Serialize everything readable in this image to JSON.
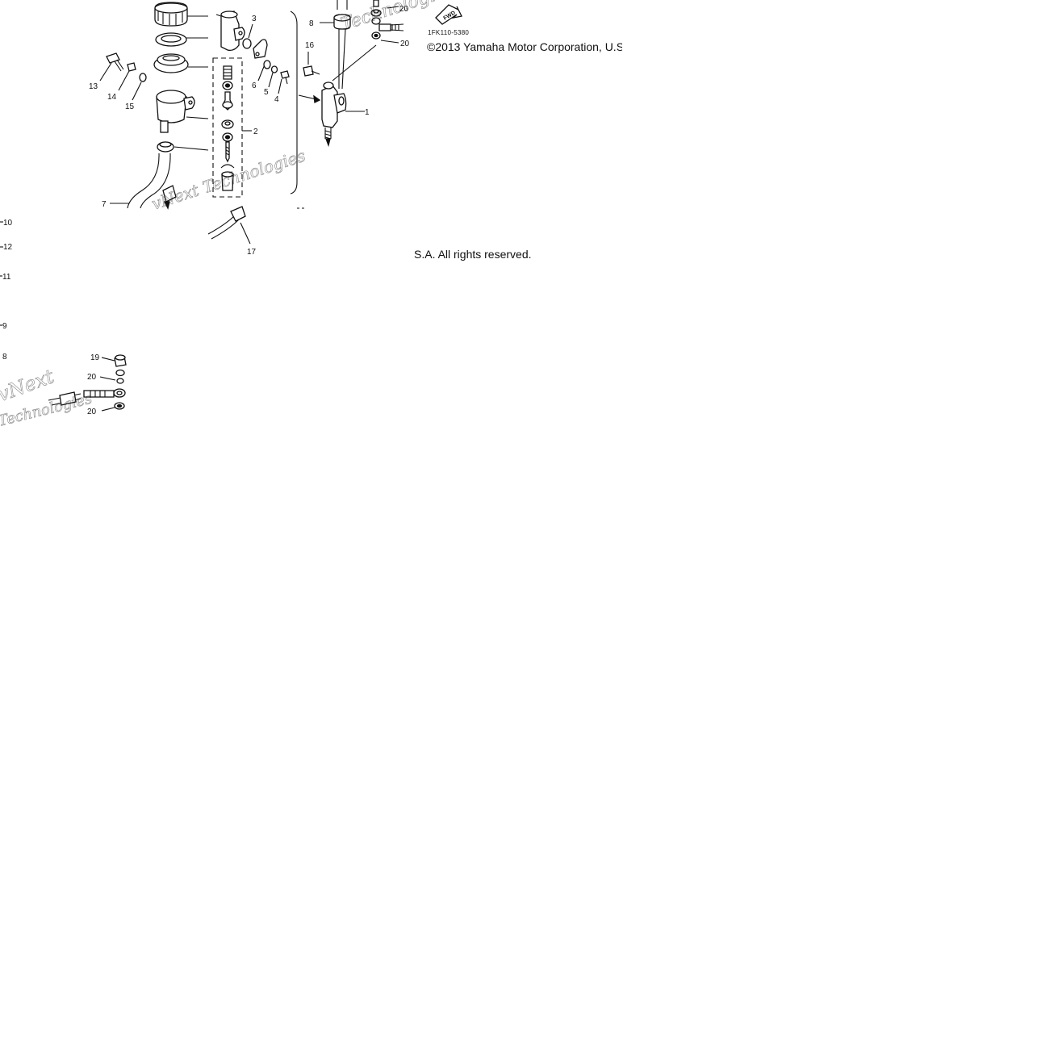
{
  "diagram_code": "1FK110-5380",
  "copyright_line1": "©2013 Yamaha Motor Corporation, U.S",
  "copyright_line2": "S.A. All rights reserved.",
  "front_arrow_label": "FWD",
  "watermark_texts": [
    "vNext Technologies",
    "vNext",
    "Technologies",
    "vNext Technologies"
  ],
  "callouts": [
    "1",
    "2",
    "3",
    "4",
    "5",
    "6",
    "7",
    "8",
    "9",
    "10",
    "11",
    "12",
    "13",
    "14",
    "15",
    "16",
    "17",
    "19",
    "20",
    "20",
    "20",
    "20"
  ]
}
